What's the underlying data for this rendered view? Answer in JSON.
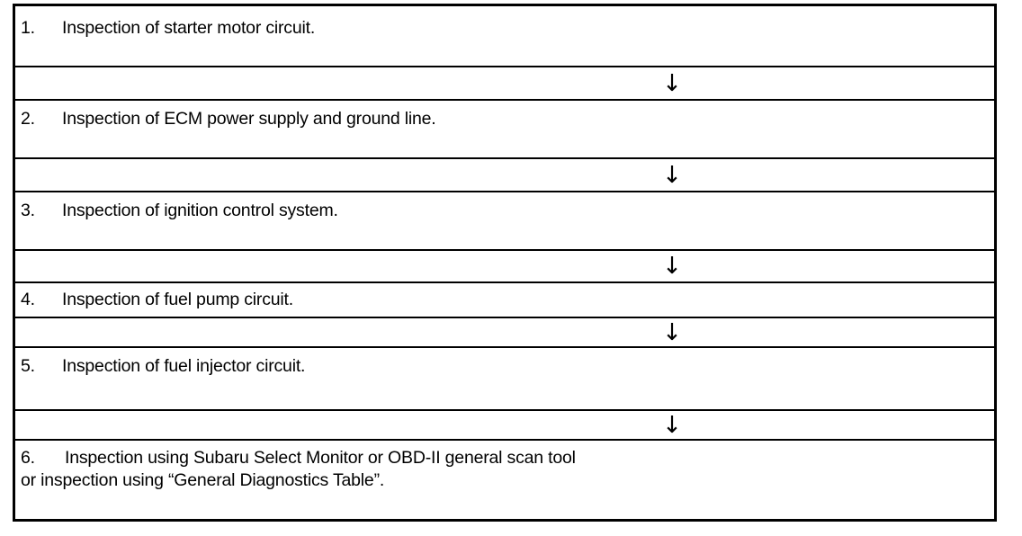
{
  "document": {
    "type": "flowchart-table",
    "title": "Engine starting / diagnostic inspection sequence",
    "border_color": "#000000",
    "background_color": "#ffffff",
    "text_color": "#000000"
  },
  "connector": {
    "glyph": "↓",
    "name": "down-arrow",
    "count": 5
  },
  "steps": [
    {
      "number": "1.",
      "lines": [
        "Inspection of starter motor circuit."
      ]
    },
    {
      "number": "2.",
      "lines": [
        "Inspection of ECM power supply and ground line."
      ]
    },
    {
      "number": "3.",
      "lines": [
        "Inspection of ignition control system."
      ]
    },
    {
      "number": "4.",
      "lines": [
        "Inspection of fuel pump circuit."
      ]
    },
    {
      "number": "5.",
      "lines": [
        "Inspection of fuel injector circuit."
      ]
    },
    {
      "number": "6.",
      "lines": [
        "Inspection using Subaru Select Monitor or OBD-II general scan tool",
        "or inspection using “General Diagnostics Table”."
      ]
    }
  ]
}
